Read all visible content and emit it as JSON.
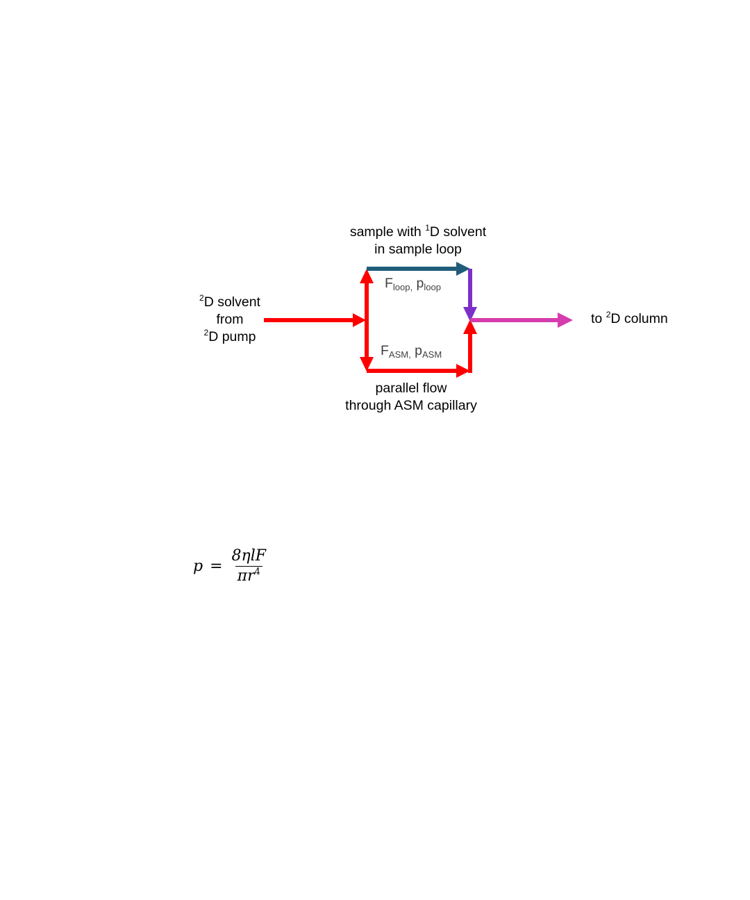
{
  "labels": {
    "top_line1_a": "sample with ",
    "top_line1_sup": "1",
    "top_line1_b": "D solvent",
    "top_line2": "in sample loop",
    "floop_F": "F",
    "floop_F_sub": "loop,",
    "floop_p": " p",
    "floop_p_sub": "loop",
    "left_line1_sup": "2",
    "left_line1_b": "D solvent",
    "left_line2": "from",
    "left_line3_sup": "2",
    "left_line3_b": "D pump",
    "right_a": "to ",
    "right_sup": "2",
    "right_b": "D column",
    "fasm_F": "F",
    "fasm_F_sub": "ASM,",
    "fasm_p": " p",
    "fasm_p_sub": "ASM",
    "bottom_line1": "parallel flow",
    "bottom_line2": "through ASM capillary"
  },
  "formula": {
    "lhs": "p",
    "equals": "=",
    "numerator": "8ηlF",
    "denominator": "πr",
    "denominator_exp": "4"
  },
  "colors": {
    "red": "#ff0000",
    "loop_blue": "#1f5d7a",
    "purple": "#7b30c8",
    "magenta": "#d63cad"
  }
}
